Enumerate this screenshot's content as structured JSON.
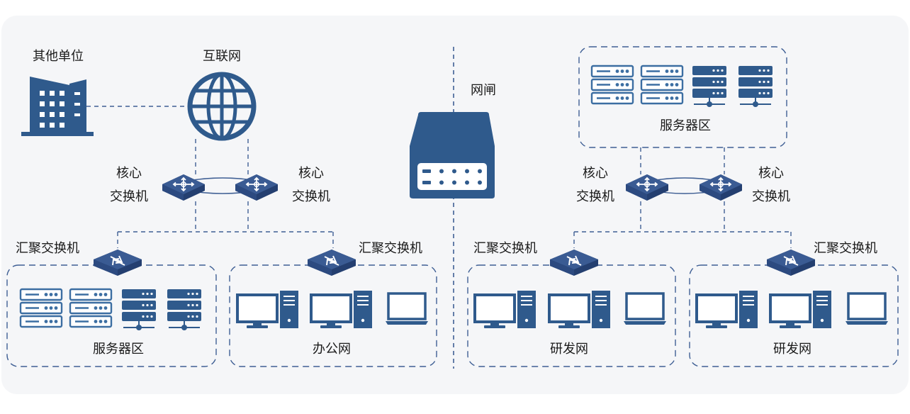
{
  "left": {
    "other_units": "其他单位",
    "internet": "互联网",
    "core_switch_1": {
      "line1": "核心",
      "line2": "交换机"
    },
    "core_switch_2": {
      "line1": "核心",
      "line2": "交换机"
    },
    "agg_switch_1": "汇聚交换机",
    "agg_switch_2": "汇聚交换机",
    "server_zone": "服务器区",
    "office_net": "办公网"
  },
  "gateway": {
    "label": "网闸"
  },
  "right": {
    "server_zone": "服务器区",
    "core_switch_1": {
      "line1": "核心",
      "line2": "交换机"
    },
    "core_switch_2": {
      "line1": "核心",
      "line2": "交换机"
    },
    "agg_switch_1": "汇聚交换机",
    "agg_switch_2": "汇聚交换机",
    "rd_net_1": "研发网",
    "rd_net_2": "研发网"
  },
  "colors": {
    "panel_bg": "#f5f6f8",
    "icon_dark": "#2f5a8c",
    "icon_outline": "#3c6ea2",
    "link": "#3f5f94"
  },
  "icons": [
    "building-icon",
    "globe-icon",
    "core-switch-icon",
    "aggregation-switch-icon",
    "rack-server-icon",
    "tower-server-icon",
    "desktop-pc-icon",
    "laptop-icon",
    "gateway-device-icon"
  ]
}
